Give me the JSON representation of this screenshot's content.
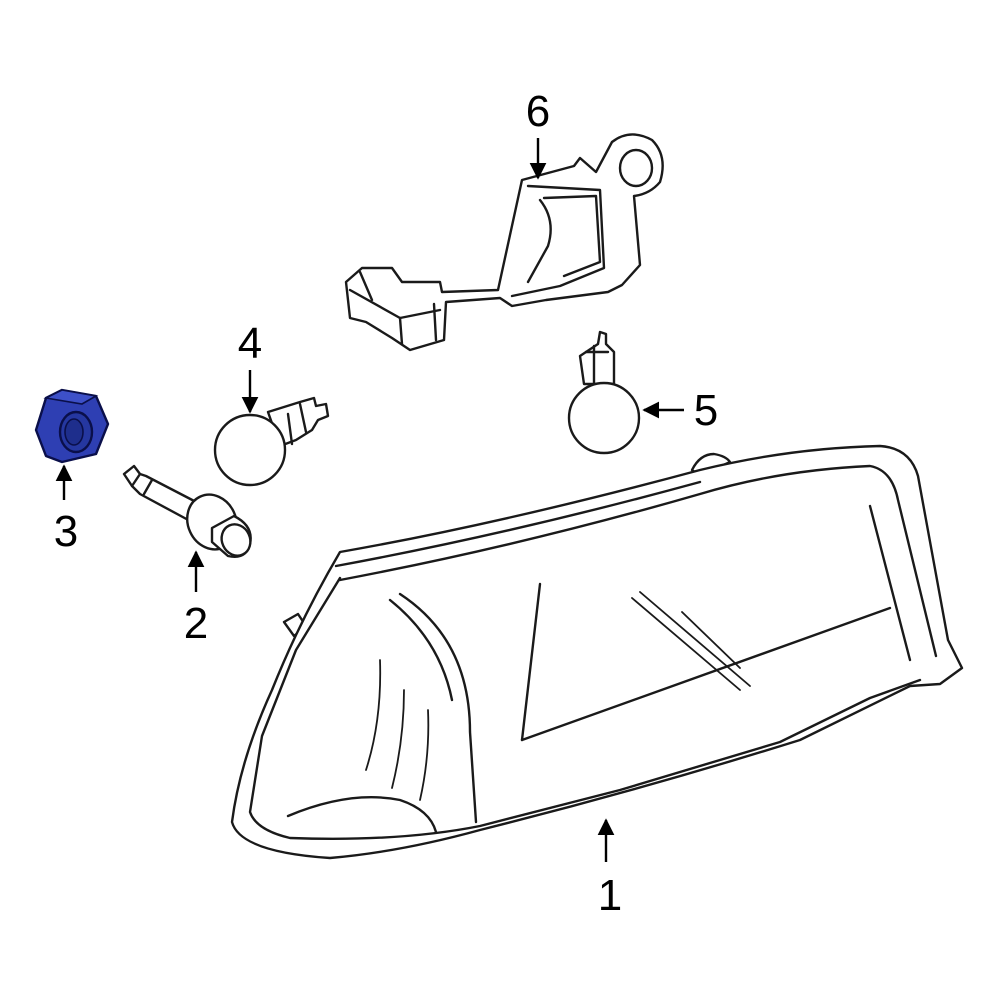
{
  "callouts": {
    "p1": "1",
    "p2": "2",
    "p3": "3",
    "p4": "4",
    "p5": "5",
    "p6": "6"
  },
  "colors": {
    "highlight_fill": "#2e3fb3",
    "highlight_stroke": "#0a0f4a",
    "outline": "#1a1a1a",
    "background": "#ffffff"
  },
  "highlighted_part": "3"
}
